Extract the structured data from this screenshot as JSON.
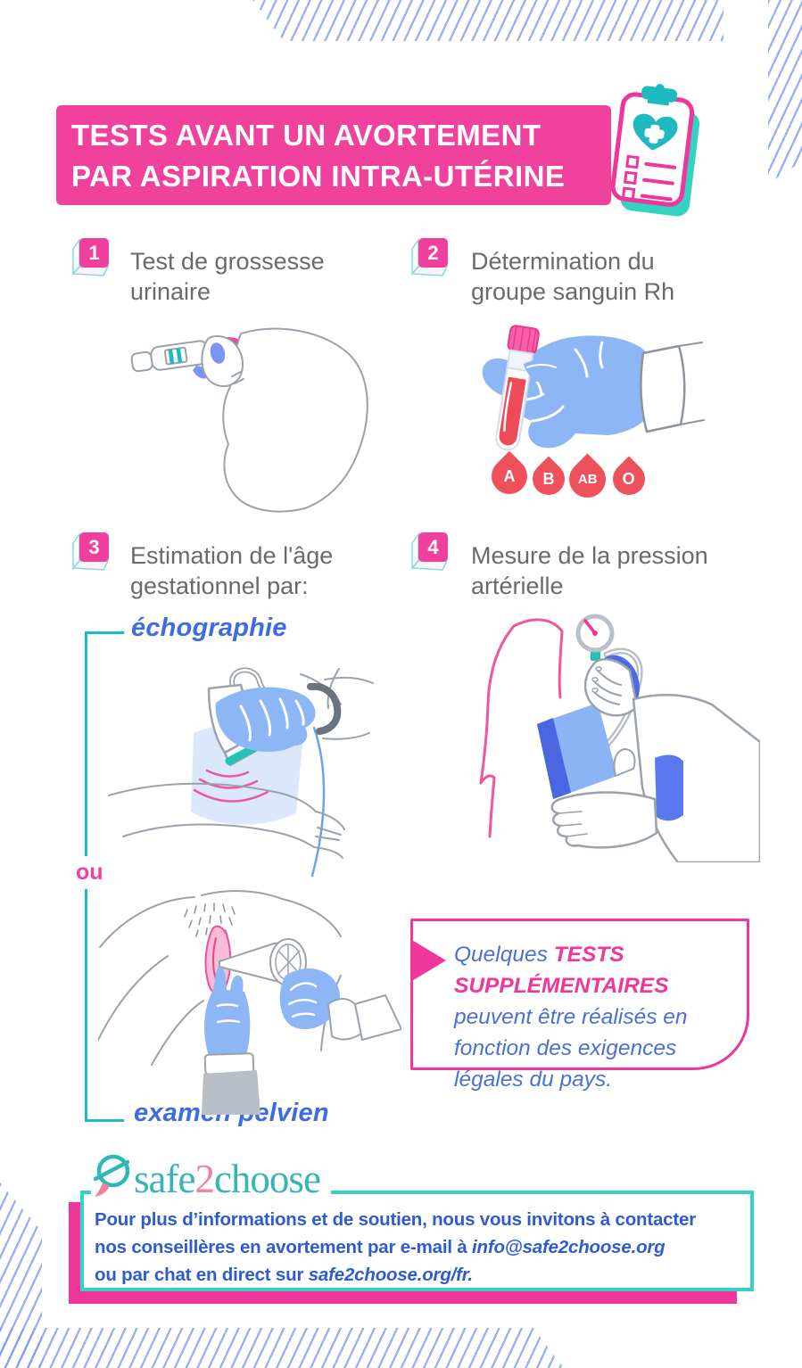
{
  "header": {
    "title_line1": "TESTS AVANT UN AVORTEMENT",
    "title_line2": "PAR ASPIRATION INTRA-UTÉRINE"
  },
  "steps": [
    {
      "number": "1",
      "label": "Test de grossesse urinaire"
    },
    {
      "number": "2",
      "label": "Détermination du groupe sanguin Rh"
    },
    {
      "number": "3",
      "label": "Estimation de l'âge gestationnel par:"
    },
    {
      "number": "4",
      "label": "Mesure de la pression artérielle"
    }
  ],
  "gestational_options": {
    "option1": "échographie",
    "connector": "ou",
    "option2": "examen pelvien"
  },
  "blood_types": [
    "A",
    "B",
    "AB",
    "O"
  ],
  "callout": {
    "pre": "Quelques ",
    "highlight": "TESTS SUPPLÉMENTAIRES",
    "post": " peuvent être réalisés en fonction des exigences légales du pays."
  },
  "footer": {
    "logo_part1": "safe",
    "logo_part2": "2",
    "logo_part3": "choose",
    "line1": "Pour plus d’informations et de soutien, nous vous invitons à contacter",
    "line2_pre": "nos conseillères en avortement par e-mail à ",
    "line2_bold": "info@safe2choose.org",
    "line3_pre": "ou par chat en direct sur ",
    "line3_bold": "safe2choose.org/fr."
  },
  "colors": {
    "pink": "#f0419c",
    "teal": "#2cc5bd",
    "footer_blue": "#2d5bd4",
    "label_gray": "#6a6a6a",
    "option_blue": "#3e6be2",
    "stripe_blue": "#7e9cee",
    "drop_red": "#ee515c",
    "glove_blue": "#8cb6f4"
  }
}
